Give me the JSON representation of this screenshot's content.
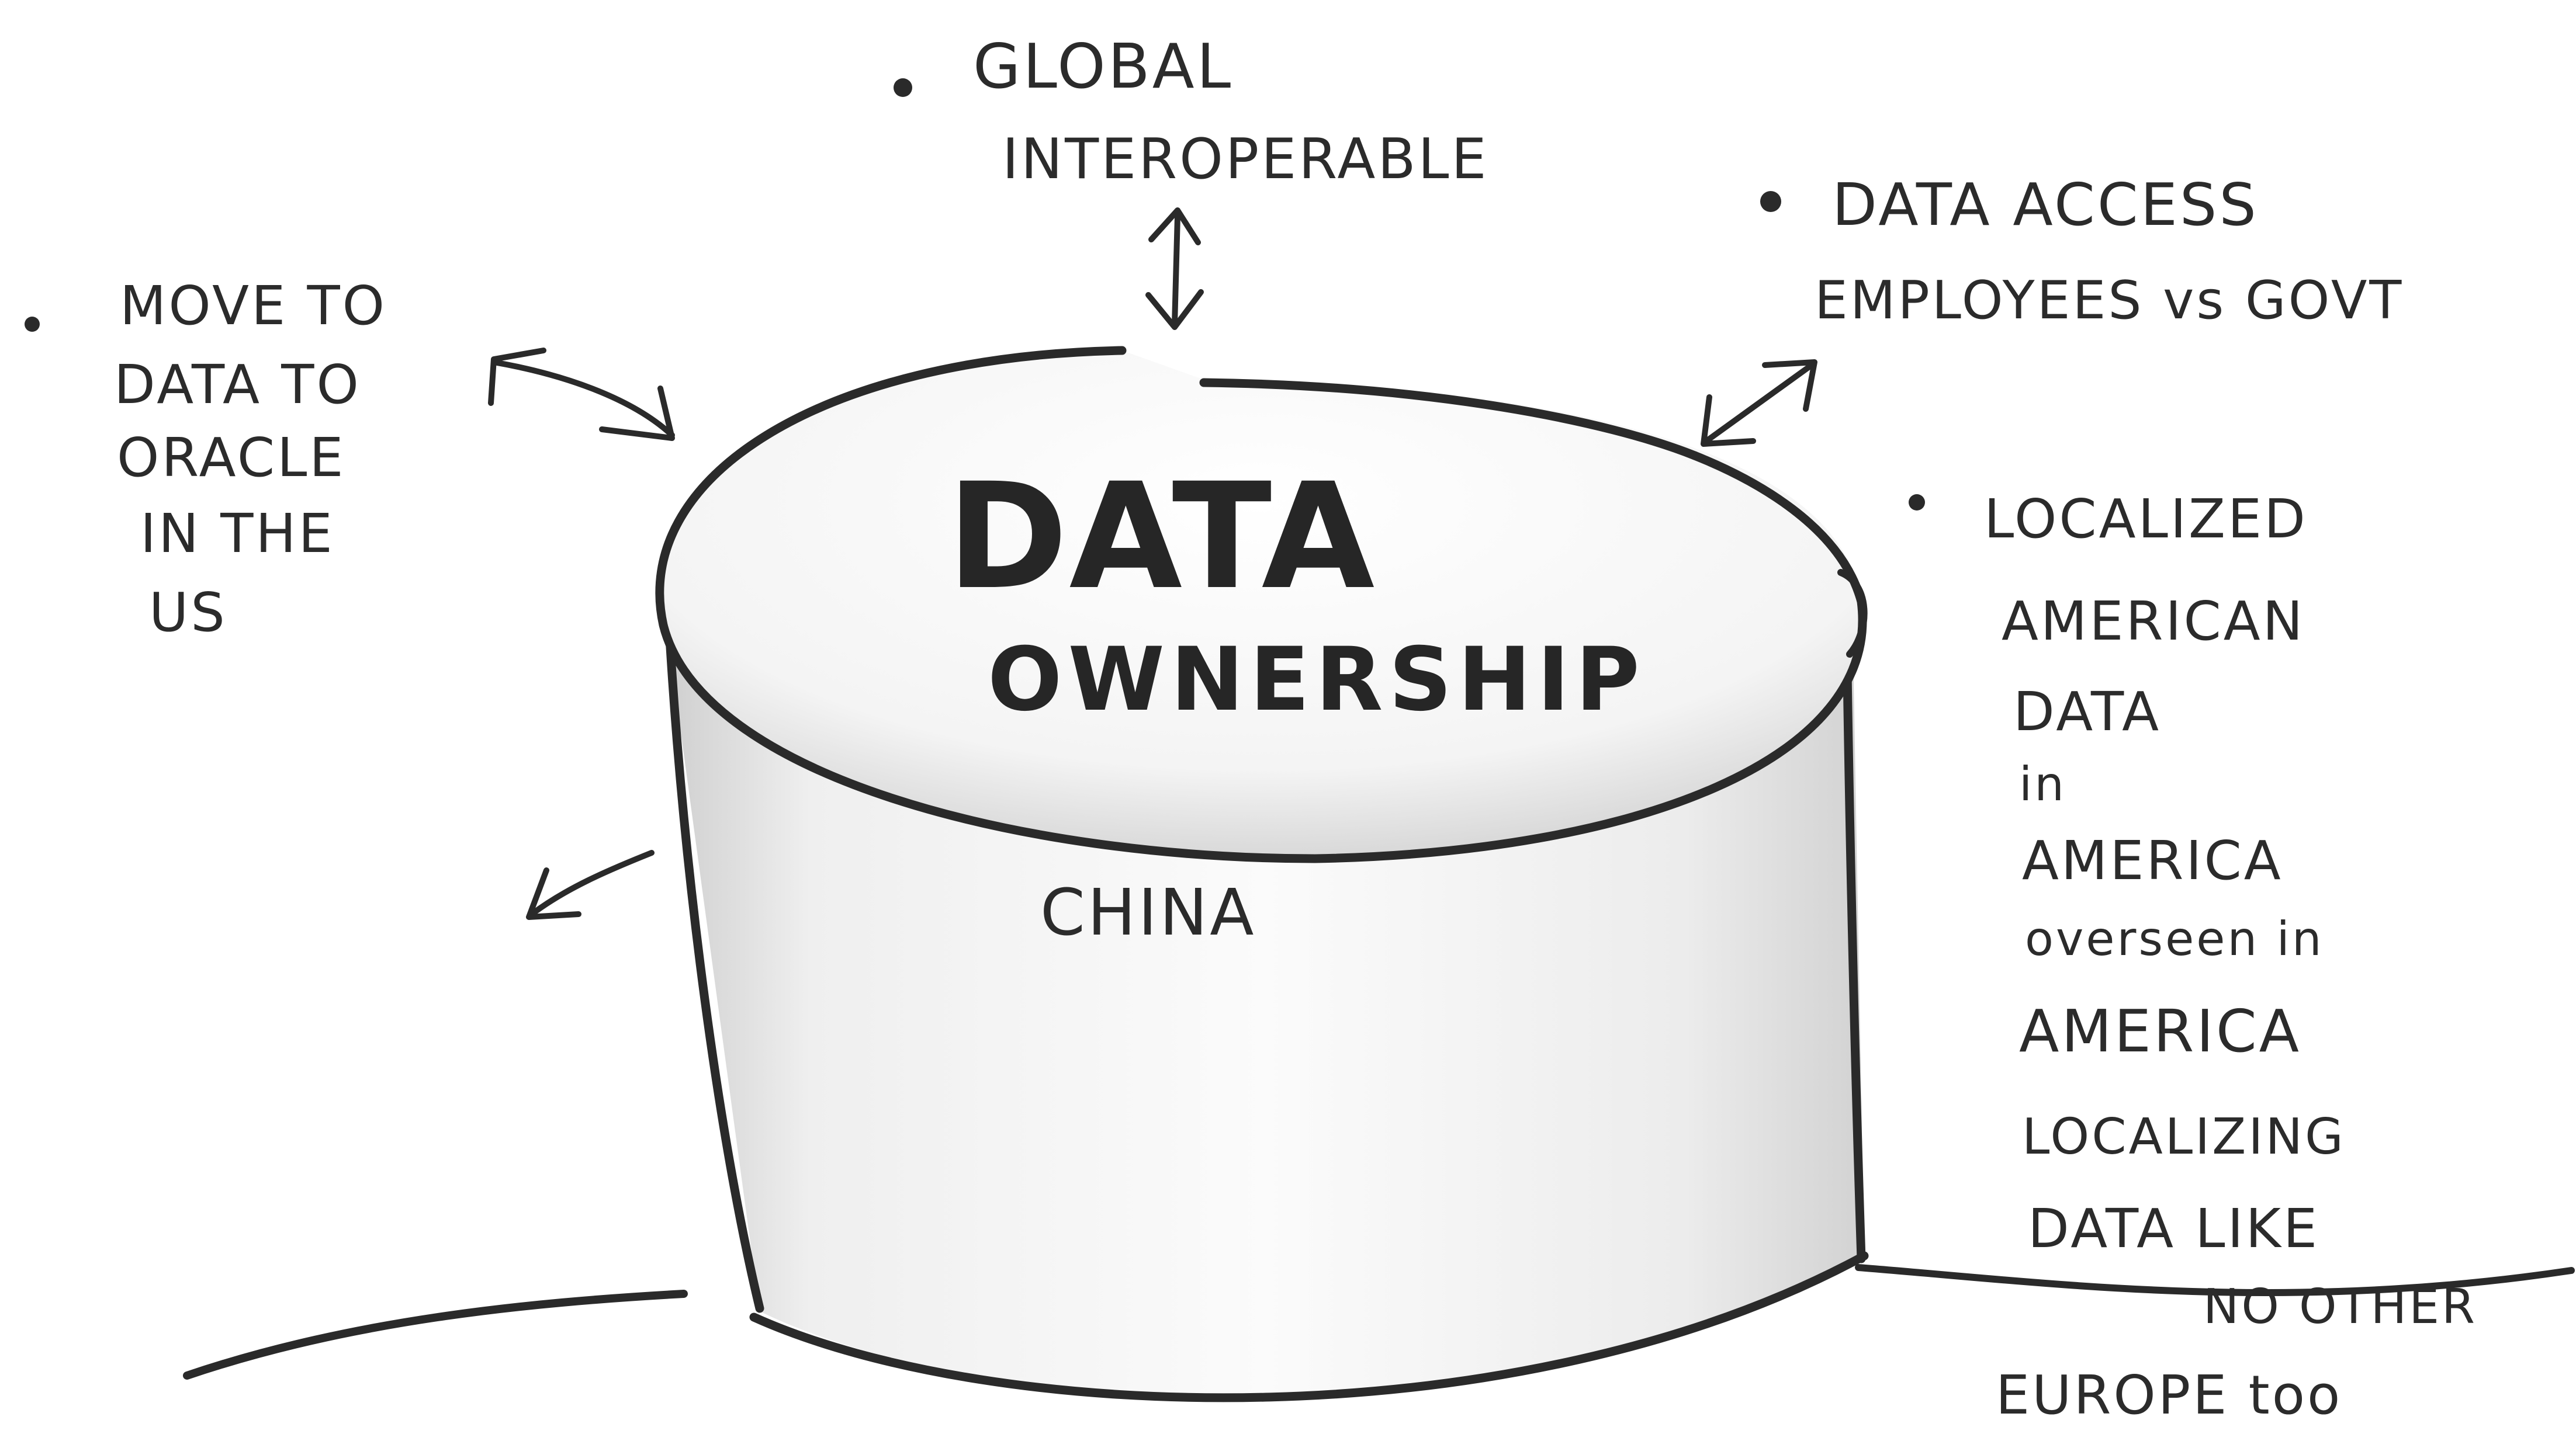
{
  "center": {
    "title": "DATA",
    "subtitle": "OWNERSHIP",
    "base_label": "CHINA"
  },
  "notes": {
    "top": [
      "GLOBAL",
      "INTEROPERABLE"
    ],
    "left": [
      "MOVE TO",
      "DATA TO",
      "ORACLE",
      "IN THE",
      "US"
    ],
    "top_right": [
      "DATA ACCESS",
      "EMPLOYEES vs GOVT"
    ],
    "right": [
      "LOCALIZED",
      "AMERICAN",
      "DATA",
      "in",
      "AMERICA",
      "overseen in",
      "AMERICA",
      "LOCALIZING",
      "DATA LIKE",
      "NO OTHER",
      "EUROPE too"
    ]
  },
  "colors": {
    "ink": "#2a2a2a",
    "paper": "#ffffff",
    "shade": "#d9d9d9"
  }
}
